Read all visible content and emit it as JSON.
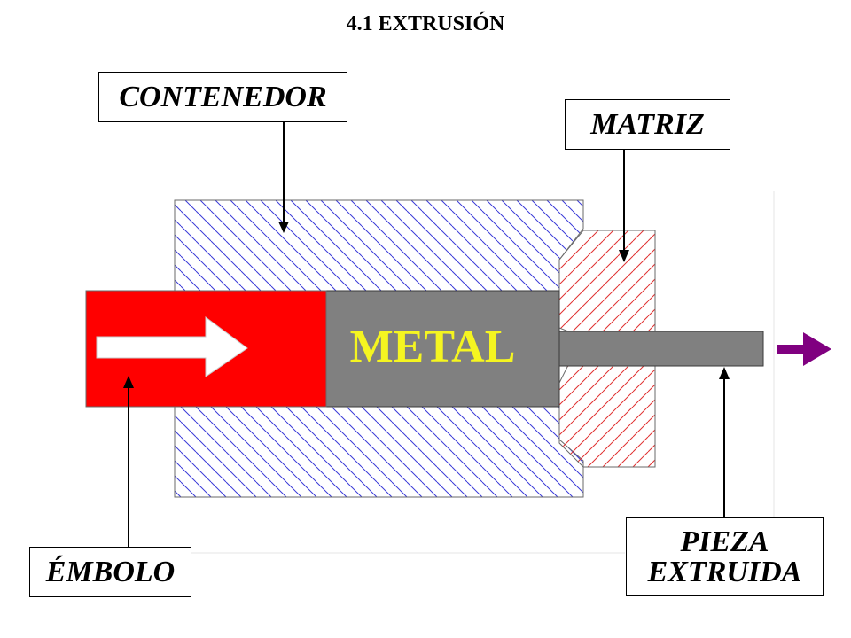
{
  "title": "4.1  EXTRUSIÓN",
  "labels": {
    "container": "CONTENEDOR",
    "die": "MATRIZ",
    "ram": "ÉMBOLO",
    "extruded_line1": "PIEZA",
    "extruded_line2": "EXTRUIDA",
    "metal": "METAL"
  },
  "colors": {
    "ram": "#ff0000",
    "metal": "#808080",
    "metal_text": "#f5f520",
    "container_hatch": "#3a3ad8",
    "die_hatch": "#e03030",
    "output_arrow": "#800080",
    "ram_arrow": "#ffffff"
  }
}
